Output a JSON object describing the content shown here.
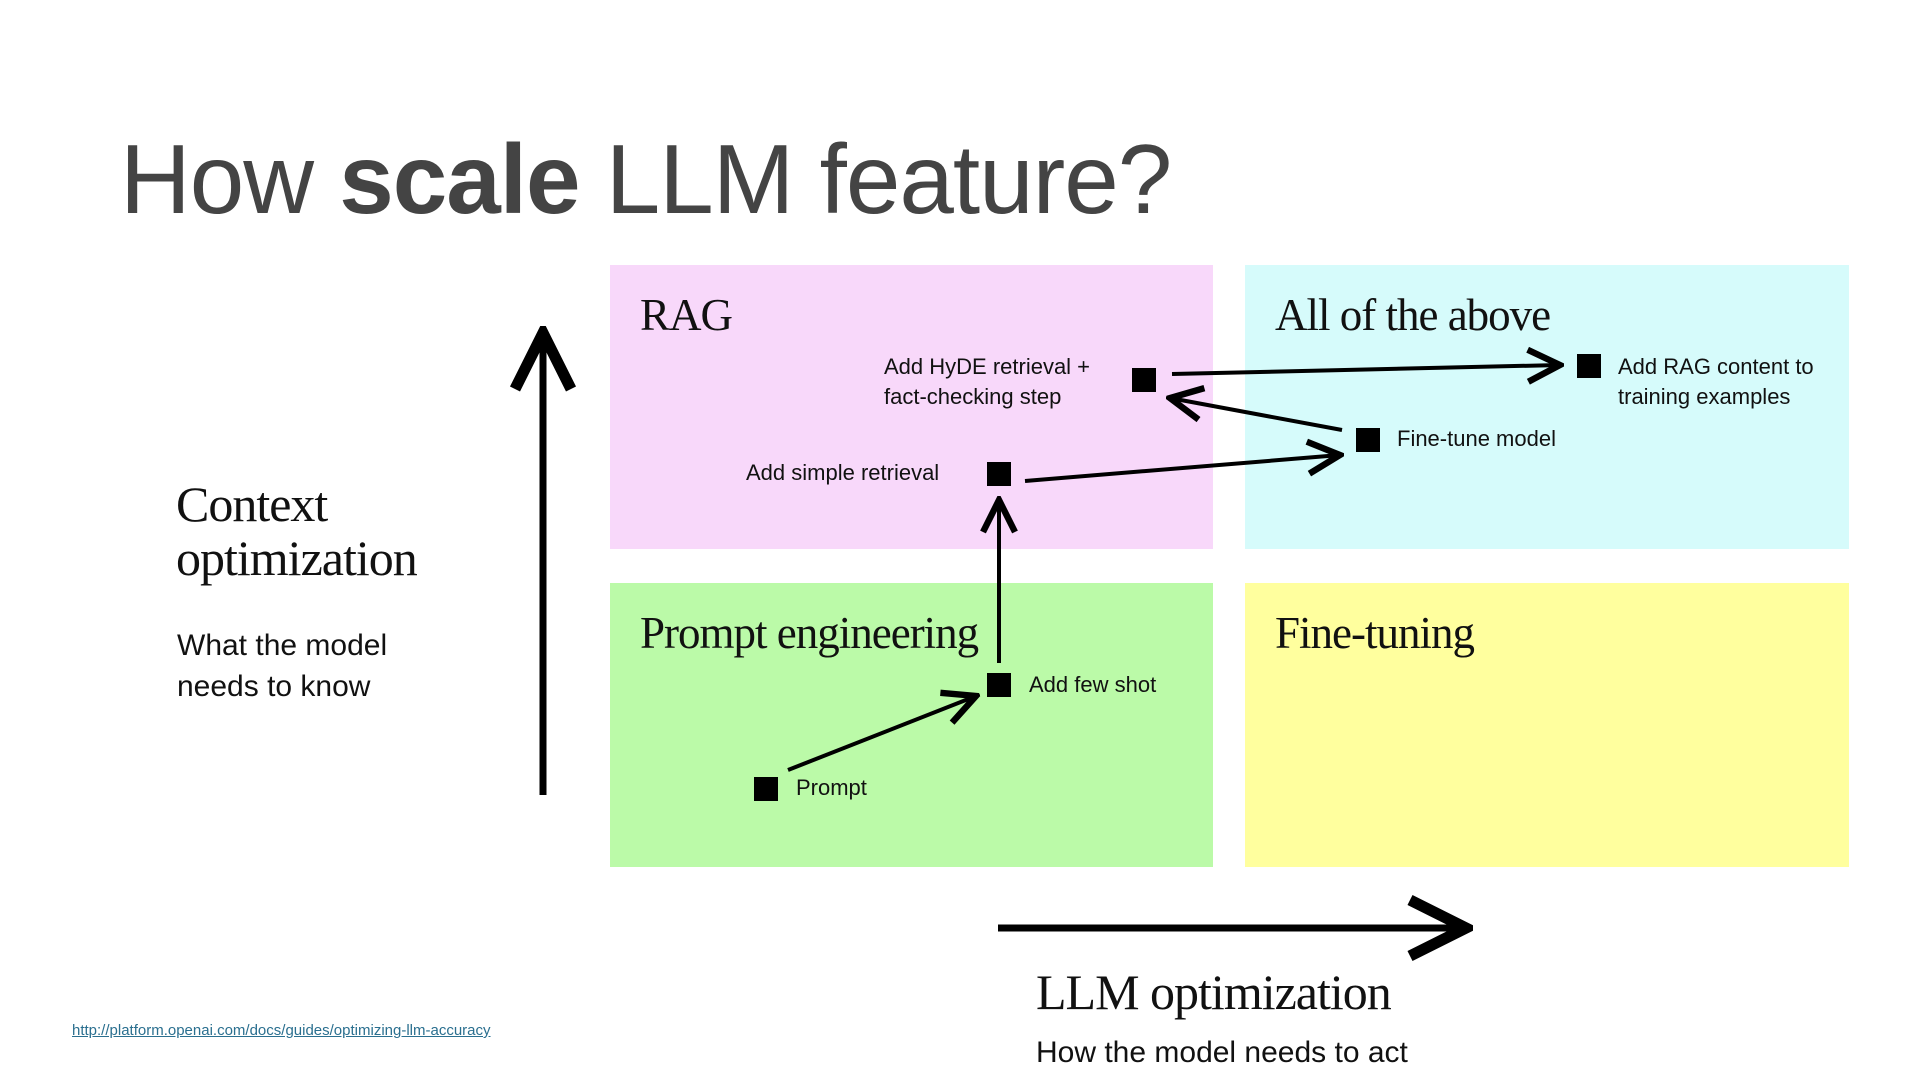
{
  "title": {
    "pre": "How ",
    "bold": "scale",
    "post": " LLM feature?"
  },
  "quadrants": {
    "rag": {
      "label": "RAG",
      "color": "#f8d8fa"
    },
    "all": {
      "label": "All of the above",
      "color": "#d6fbfb"
    },
    "prompt": {
      "label": "Prompt engineering",
      "color": "#bbfaa8"
    },
    "finetuning": {
      "label": "Fine-tuning",
      "color": "#ffff9e"
    }
  },
  "nodes": {
    "hyde": {
      "line1": "Add HyDE retrieval +",
      "line2": "fact-checking step"
    },
    "rag_content": {
      "line1": "Add RAG content to",
      "line2": "training examples"
    },
    "finetune_model": "Fine-tune model",
    "simple_retrieval": "Add simple retrieval",
    "few_shot": "Add few shot",
    "prompt": "Prompt"
  },
  "y_axis": {
    "title_line1": "Context",
    "title_line2": "optimization",
    "sub_line1": "What the model",
    "sub_line2": "needs to know"
  },
  "x_axis": {
    "title": "LLM optimization",
    "sub": "How the model needs to act"
  },
  "footer": {
    "link": "http://platform.openai.com/docs/guides/optimizing-llm-accuracy"
  }
}
